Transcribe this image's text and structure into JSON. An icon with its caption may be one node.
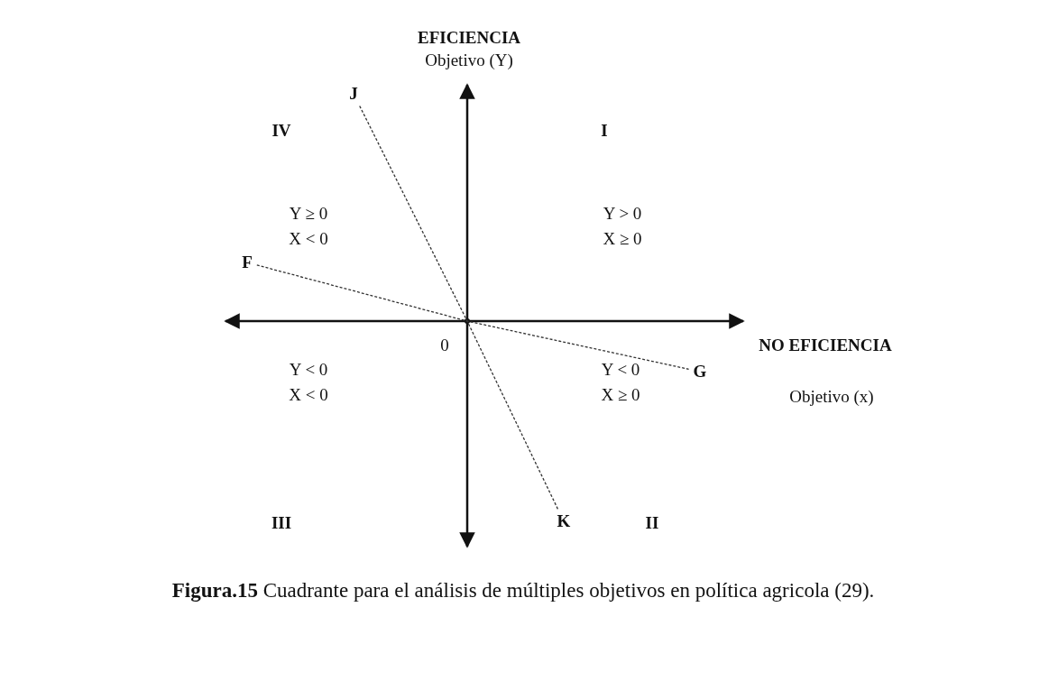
{
  "diagram": {
    "caption": "**Figura.15** Cuadrante para el análisis de múltiples objetivos en política agricola (29).",
    "nodes": [
      {
        "text": [
          "F"
        ]
      },
      {
        "text": [
          "G"
        ]
      },
      {
        "text": [
          "J"
        ]
      },
      {
        "text": [
          "K"
        ]
      }
    ],
    "edges": [
      {
        "from": 0,
        "to": 1,
        "arrow": "none",
        "style": "dashed"
      },
      {
        "from": 2,
        "to": 3,
        "arrow": "none",
        "style": "dashed"
      }
    ],
    "labels": [
      "EFICIENCIA",
      "Objetivo (Y)",
      "IV",
      "I",
      "Y ≥ 0",
      "X < 0",
      "Y > 0",
      "X ≥ 0",
      "0",
      "NO EFICIENCIA",
      "Y < 0",
      "X < 0",
      "Y < 0",
      "X ≥ 0",
      "Objetivo (x)",
      "III",
      "II"
    ]
  }
}
